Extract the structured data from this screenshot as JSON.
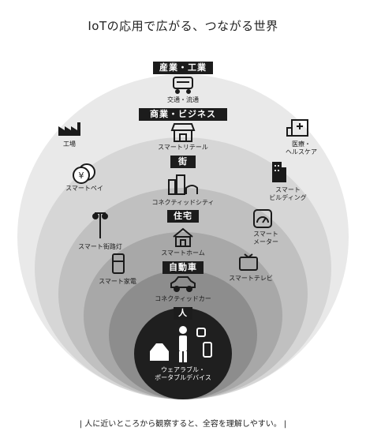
{
  "title": "IoTの応用で広がる、つながる世界",
  "caption": "| 人に近いところから観察すると、全容を理解しやすい。 |",
  "layers": [
    {
      "name": "産業・工業",
      "items": [
        "交通・流通",
        "工場",
        "医療・\nヘルスケア"
      ]
    },
    {
      "name": "商業・ビジネス",
      "items": [
        "スマートリテール",
        "スマートペイ",
        "スマート\nビルディング"
      ]
    },
    {
      "name": "街",
      "items": [
        "コネクティッドシティ",
        "スマート街路灯",
        "スマート\nメーター"
      ]
    },
    {
      "name": "住宅",
      "items": [
        "スマートホーム",
        "スマート家電",
        "スマートテレビ"
      ]
    },
    {
      "name": "自動車",
      "items": [
        "コネクティッドカー"
      ]
    },
    {
      "name": "人",
      "items": [
        "ウェアラブル・\nポータブルデバイス"
      ]
    }
  ],
  "colors": {
    "ring1": "#e9e9e9",
    "ring2": "#d3d3d3",
    "ring3": "#bdbdbd",
    "ring4": "#a5a5a5",
    "ring5": "#8c8c8c",
    "core": "#1f1f1f",
    "band": "#1c1c1c"
  }
}
